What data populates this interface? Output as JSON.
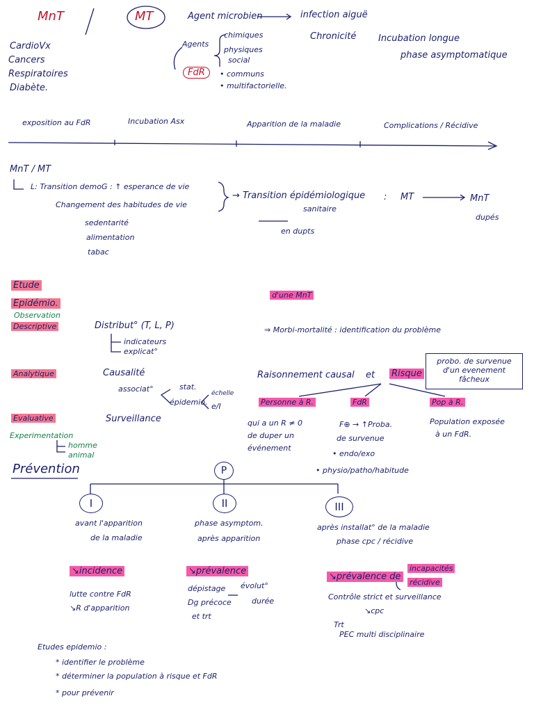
{
  "header": {
    "mnt": "MnT",
    "slash": "/",
    "mt": "MT",
    "agent": "Agent microbien",
    "infection": "infection aiguë",
    "agents": "Agents",
    "agent_types": [
      "chimiques",
      "physiques",
      "social"
    ],
    "fdr": "FdR",
    "fdr_bullets": [
      "• communs",
      "• multifactorielle."
    ],
    "chronicite": "Chronicité",
    "incubation": "Incubation longue",
    "phase": "phase asymptomatique",
    "diseases": [
      "CardioVx",
      "Cancers",
      "Respiratoires",
      "Diabète."
    ]
  },
  "timeline": {
    "labels": [
      "exposition au FdR",
      "Incubation Asx",
      "Apparition de la maladie",
      "Complications / Récidive"
    ]
  },
  "transition": {
    "title": "MnT / MT",
    "rows": [
      "L: Transition demoG : ↑ esperance de vie",
      "Changement des habitudes de vie"
    ],
    "habits": [
      "sedentarité",
      "alimentation",
      "tabac"
    ],
    "arrow_text": "→ Transition épidémiologique",
    "sanitaire": "sanitaire",
    "mt": "MT",
    "colon": ":",
    "mnt": "MnT",
    "dupes": "dupés",
    "en_dupts": "en dupts"
  },
  "etude": {
    "etude": "Etude",
    "epidemio": "Epidémio.",
    "observation": "Observation",
    "descriptive": "Descriptive",
    "distribut": "Distribut° (T, L, P)",
    "indicateurs": "indicateurs",
    "explicat": "explicat°",
    "dune_mnt": "d'une MnT",
    "morbi": "⇒ Morbi-mortalité : identification du problème",
    "analytique": "Analytique",
    "causalite": "Causalité",
    "associat": "associat°",
    "stat": "stat.",
    "epidemio2": "épidemio.",
    "echelle": "échelle",
    "eit": "e/I",
    "raisonnement": "Raisonnement causal",
    "et": "et",
    "risque": "Risque",
    "probo": "probo. de survenue d'un evenement fâcheux",
    "personne": "Personne à R.",
    "fdr_r": "FdR",
    "pop": "Pop à R.",
    "qui": [
      "qui a un R ≠ 0",
      "de duper un",
      "événement"
    ],
    "fdr_lines": [
      "F⊕ → ↑Proba.",
      "de survenue",
      "• endo/exo",
      "• physio/patho/habitude"
    ],
    "pop_lines": [
      "Population exposée",
      "à un FdR."
    ],
    "evaluative": "Evaluative",
    "surveillance": "Surveillance",
    "experimentation": "Experimentation",
    "homme": "homme",
    "animal": "animal"
  },
  "prevention": {
    "title": "Prévention",
    "root": "P",
    "levels": [
      {
        "num": "I",
        "text": [
          "avant l'apparition",
          "de la maladie"
        ],
        "tag": "↘incidence",
        "detail": [
          "lutte contre FdR",
          "↘R d'apparition"
        ]
      },
      {
        "num": "II",
        "text": [
          "phase asymptom.",
          "après apparition"
        ],
        "tag": "↘prévalence",
        "detail": [
          "dépistage",
          "Dg précoce",
          "et trt"
        ],
        "evol": [
          "évolut°",
          "durée"
        ]
      },
      {
        "num": "III",
        "text": [
          "après installat° de la maladie",
          "phase cpc / récidive"
        ],
        "tag": "↘prévalence de",
        "extra": [
          "incapacités",
          "récidive"
        ],
        "detail": [
          "Contrôle strict et surveillance",
          "↘cpc",
          "Trt",
          "PEC multi disciplinaire"
        ]
      }
    ]
  },
  "footer": {
    "title": "Etudes epidemio :",
    "items": [
      "* identifier le problème",
      "* déterminer la population à risque et FdR",
      "* pour prévenir"
    ]
  },
  "colors": {
    "ink": "#1a1f6b",
    "highlight": "#f45aa8",
    "red": "#c4122e",
    "green": "#13814a"
  }
}
